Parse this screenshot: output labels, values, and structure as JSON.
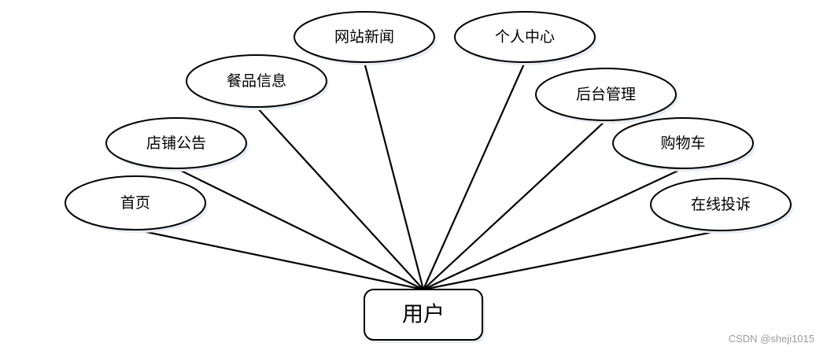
{
  "root": {
    "label": "用户"
  },
  "nodes": [
    {
      "id": "home",
      "label": "首页"
    },
    {
      "id": "store-notice",
      "label": "店铺公告"
    },
    {
      "id": "food-info",
      "label": "餐品信息"
    },
    {
      "id": "site-news",
      "label": "网站新闻"
    },
    {
      "id": "personal-center",
      "label": "个人中心"
    },
    {
      "id": "admin",
      "label": "后台管理"
    },
    {
      "id": "cart",
      "label": "购物车"
    },
    {
      "id": "complaint",
      "label": "在线投诉"
    }
  ],
  "watermark": "CSDN @sheji1015"
}
